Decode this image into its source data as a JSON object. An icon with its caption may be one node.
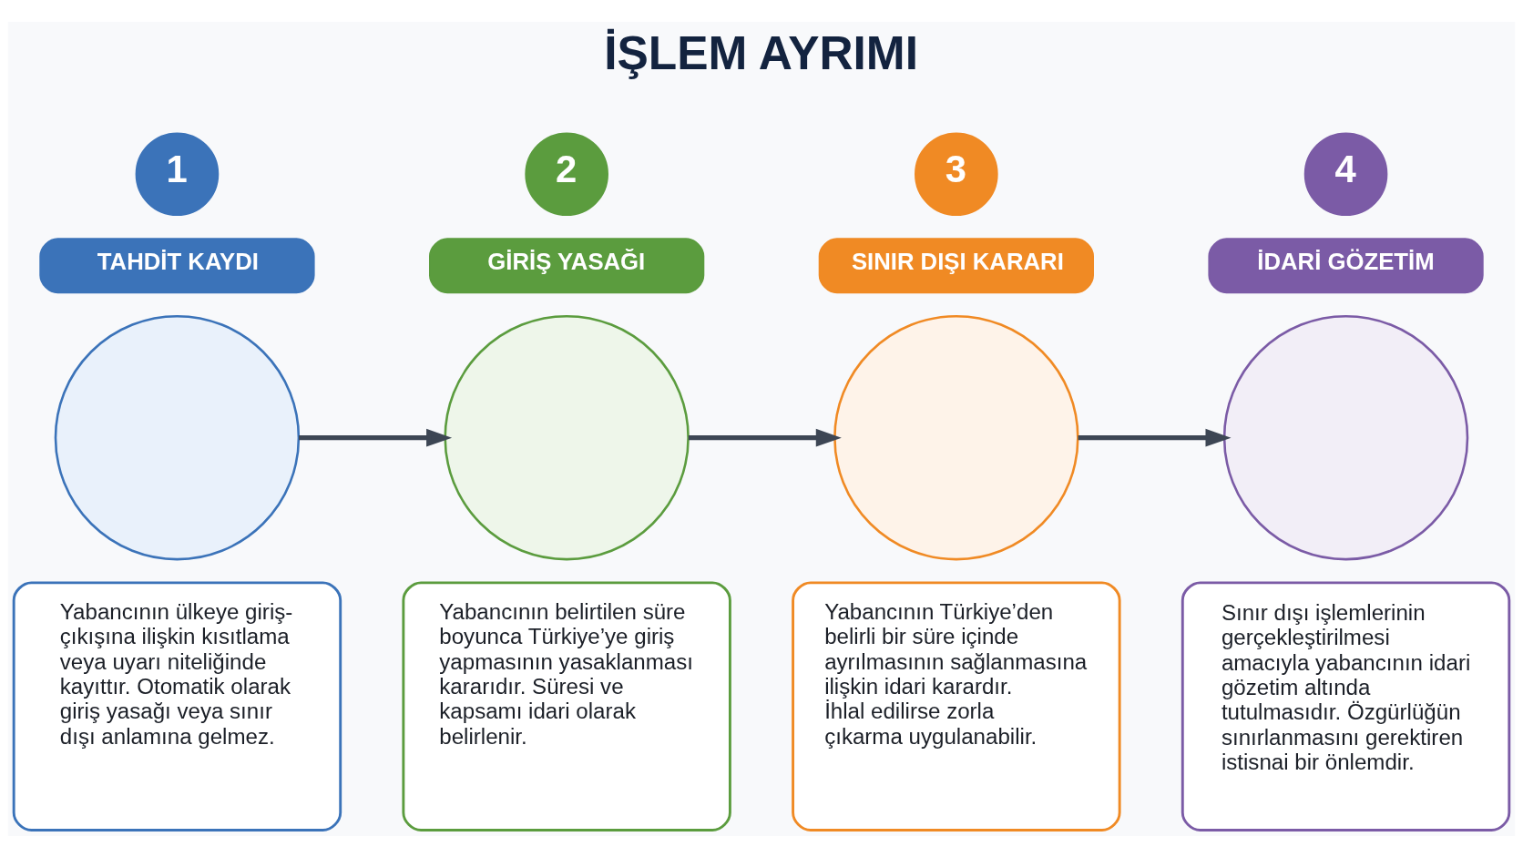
{
  "diagram": {
    "title": "İŞLEM AYRIMI",
    "nodes": [
      {
        "text": [
          "1"
        ]
      },
      {
        "text": [
          "TAHDİT KAYDI"
        ]
      },
      {
        "text": [],
        "shape": "circle"
      },
      {
        "text": [
          "Yabancının ülkeye giriş-çıkışına ilişkin kısıtlama veya uyarı niteliğinde kayıttır. Otomatik olarak giriş yasağı veya sınır dışı anlamına gelmez."
        ]
      },
      {
        "text": [
          "2"
        ]
      },
      {
        "text": [
          "GİRİŞ YASAĞI"
        ]
      },
      {
        "text": [],
        "shape": "circle"
      },
      {
        "text": [
          "Yabancının belirtilen süre boyunca Türkiye’ye giriş yapmasının yasaklanması kararıdır. Süresi ve kapsamı idari olarak belirlenir."
        ]
      },
      {
        "text": [
          "3"
        ]
      },
      {
        "text": [
          "SINIR DIŞI KARARI"
        ]
      },
      {
        "text": [],
        "shape": "circle"
      },
      {
        "text": [
          "Yabancının Türkiye’den belirli bir süre içinde ayrılmasının sağlanmasına ilişkin idari karardır. İhlal edilirse zorla çıkarma uygulanabilir."
        ]
      },
      {
        "text": [
          "4"
        ]
      },
      {
        "text": [
          "İDARİ GÖZETİM"
        ]
      },
      {
        "text": [],
        "shape": "circle"
      },
      {
        "text": [
          "Sınır dışı işlemlerinin gerçekleştirilmesi amacıyla yabancının idari gözetim altında tutulmasıdır. Özgürlüğün sınırlanmasını gerektiren istisnai bir önlemdir."
        ]
      }
    ],
    "edges": [
      {
        "from": 2,
        "to": 6,
        "arrow": "to"
      },
      {
        "from": 6,
        "to": 10,
        "arrow": "to"
      },
      {
        "from": 10,
        "to": 14,
        "arrow": "to"
      }
    ]
  }
}
